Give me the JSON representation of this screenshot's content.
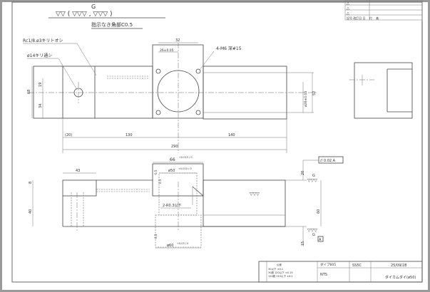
{
  "header": {
    "finish_grade": "G",
    "finish_symbol": "▽▽ ( ▽▽▽ , ▽▽▽ )",
    "chamfer_note": "指示なき角部C0.5"
  },
  "revision_table": {
    "marks": [
      "△",
      "△",
      "△"
    ],
    "footer": "記号 改訂日    日 　付 　者"
  },
  "top_view": {
    "tap_note": "Rc1/8.ø3キリトオシ",
    "hole_note": "ø14キリ通シ",
    "bolt_note": "4-M6 深#15",
    "dim_flange": "32",
    "dim_pcd": "26±0.05",
    "dim_height": "68",
    "dim_19": "19",
    "dim_34": "34",
    "dim_52": "52",
    "dim_bore": "ø26±0.05",
    "dim_20": "(20)",
    "dim_130": "130",
    "dim_140": "140",
    "dim_total": "290"
  },
  "front_view": {
    "dim_43": "43",
    "dim_8": "8",
    "dim_40": "40",
    "dim_66": "66",
    "dim_66_tol": "+0.015 / 0",
    "dim_50": "ø50",
    "dim_50_tol": "+0.015 / 0",
    "dim_60": "ø60",
    "dim_60_tol": "+0.03 / 0",
    "radius_note": "2-R0.3以下",
    "parallel_note": "// 0.02 A",
    "datum": "A",
    "dim_20": "20",
    "dim_60h": "60",
    "dim_15": "15",
    "finish_g": "G",
    "finish_mark": "▽▽▽",
    "chamfer_a": "0.5",
    "chamfer_b": "0.5",
    "chamfer_c": "0.5"
  },
  "title_block": {
    "tolerance_header": "公差",
    "tol_rows": [
      "30以下 ±0.1",
      "30超 120以下 ±0.15",
      "120超 315以下 ±0.2"
    ],
    "part_name_label": "ダイプ605",
    "material": "SS5C",
    "scale": "NTS",
    "date": "25/09/28",
    "drawing_title": "ダイカムダイ(ø50)"
  }
}
